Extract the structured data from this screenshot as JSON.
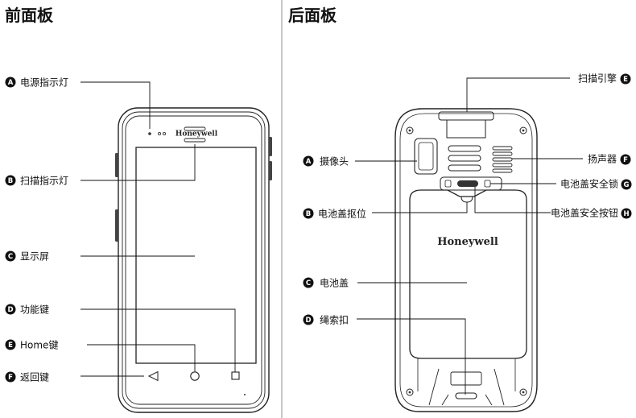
{
  "front": {
    "title": "前面板",
    "brand": "Honeywell",
    "callouts": [
      {
        "marker": "A",
        "label": "电源指示灯"
      },
      {
        "marker": "B",
        "label": "扫描指示灯"
      },
      {
        "marker": "C",
        "label": "显示屏"
      },
      {
        "marker": "D",
        "label": "功能键"
      },
      {
        "marker": "E",
        "label": "Home键"
      },
      {
        "marker": "F",
        "label": "返回键"
      }
    ]
  },
  "back": {
    "title": "后面板",
    "brand": "Honeywell",
    "callouts": [
      {
        "marker": "A",
        "label": "摄像头"
      },
      {
        "marker": "B",
        "label": "电池盖抠位"
      },
      {
        "marker": "C",
        "label": "电池盖"
      },
      {
        "marker": "D",
        "label": "绳索扣"
      },
      {
        "marker": "E",
        "label": "扫描引擎"
      },
      {
        "marker": "F",
        "label": "扬声器"
      },
      {
        "marker": "G",
        "label": "电池盖安全锁"
      },
      {
        "marker": "H",
        "label": "电池盖安全按钮"
      }
    ]
  }
}
